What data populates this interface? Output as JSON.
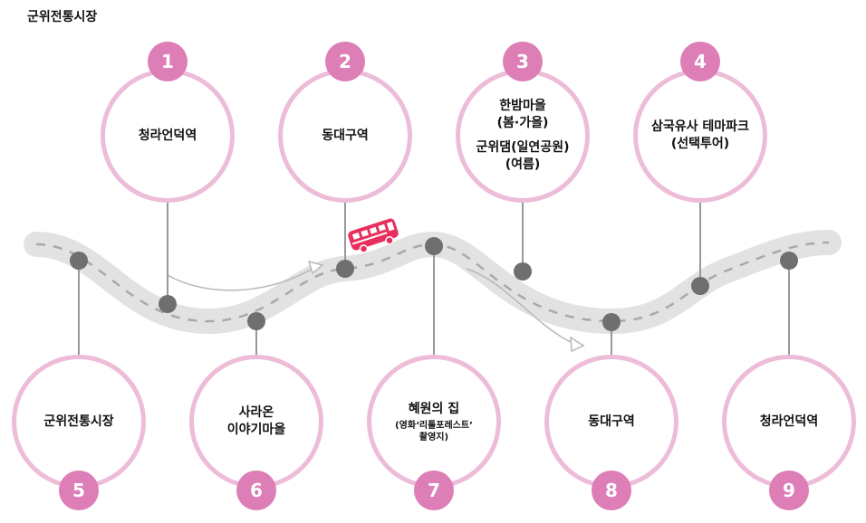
{
  "title": "군위전통시장",
  "stops": {
    "s1": {
      "number": "1",
      "label": "청라언덕역"
    },
    "s2": {
      "number": "2",
      "label": "동대구역"
    },
    "s3": {
      "number": "3",
      "line1": "한밤마을",
      "line2": "(봄·가을)",
      "line3": "군위댐(일연공원)",
      "line4": "(여름)"
    },
    "s4": {
      "number": "4",
      "line1": "삼국유사 테마파크",
      "line2": "(선택투어)"
    },
    "s5": {
      "number": "5",
      "label": "군위전통시장"
    },
    "s6": {
      "number": "6",
      "line1": "사라온",
      "line2": "이야기마을"
    },
    "s7": {
      "number": "7",
      "label": "혜원의 집",
      "sub1": "(영화‘리틀포레스트’",
      "sub2": "촬영지)"
    },
    "s8": {
      "number": "8",
      "label": "동대구역"
    },
    "s9": {
      "number": "9",
      "label": "청라언덕역"
    }
  },
  "colors": {
    "circle_border": "#edbcd8",
    "badge": "#dd7eb7",
    "road": "#e2e2e2",
    "dash": "#a9a9a9",
    "node": "#6f6f6f",
    "connector": "#999999",
    "bus": "#e8305f",
    "arrow": "#b8b8b8"
  },
  "icons": [
    "bus-icon",
    "arrow-right-icon"
  ]
}
